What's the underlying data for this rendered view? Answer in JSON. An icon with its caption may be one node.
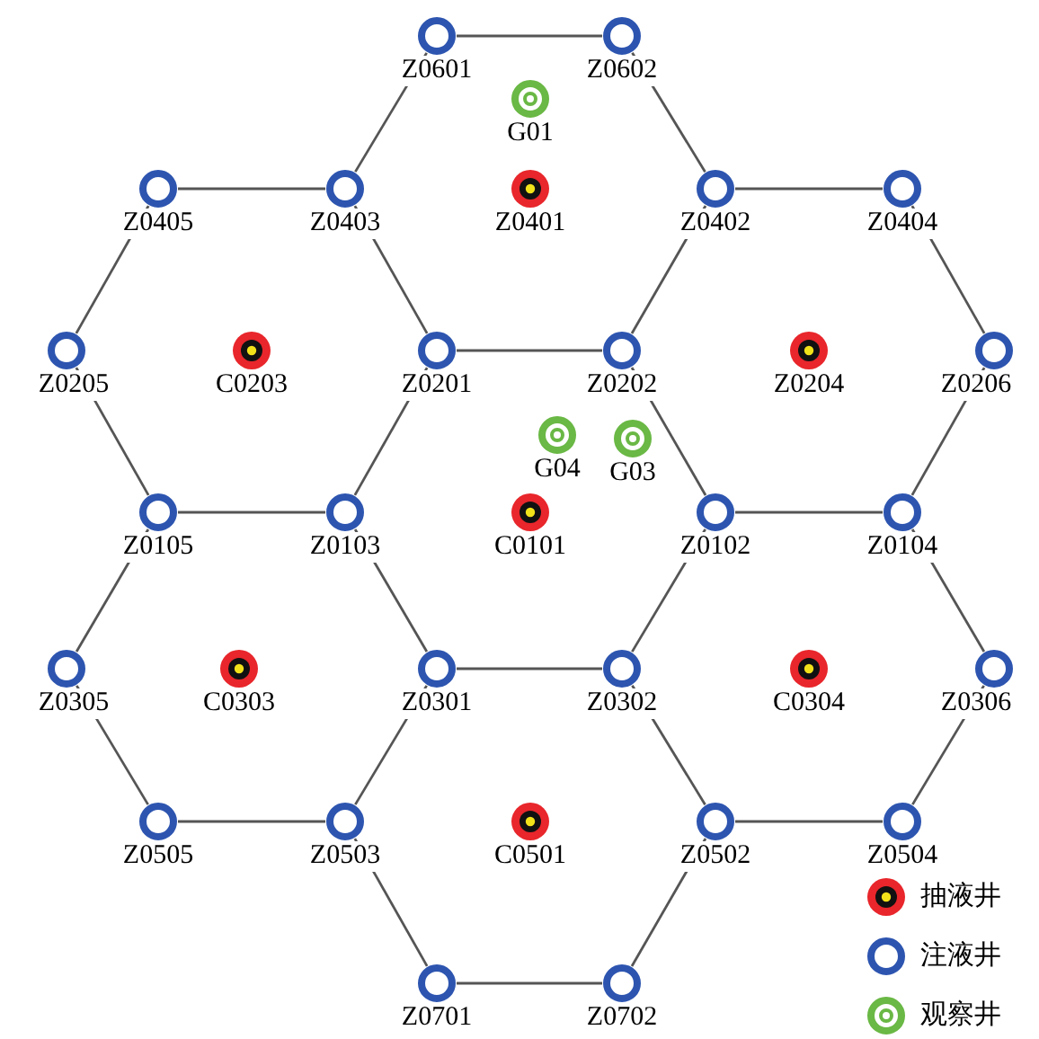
{
  "diagram": {
    "nodes": [
      {
        "text": [
          "Z0601"
        ]
      },
      {
        "text": [
          "Z0602"
        ]
      },
      {
        "text": [
          "G01"
        ]
      },
      {
        "text": [
          "Z0405"
        ]
      },
      {
        "text": [
          "Z0403"
        ]
      },
      {
        "text": [
          "Z0401"
        ]
      },
      {
        "text": [
          "Z0402"
        ]
      },
      {
        "text": [
          "Z0404"
        ]
      },
      {
        "text": [
          "Z0205"
        ]
      },
      {
        "text": [
          "C0203"
        ]
      },
      {
        "text": [
          "Z0201"
        ]
      },
      {
        "text": [
          "Z0202"
        ]
      },
      {
        "text": [
          "Z0204"
        ]
      },
      {
        "text": [
          "Z0206"
        ]
      },
      {
        "text": [
          "G04"
        ]
      },
      {
        "text": [
          "G03"
        ]
      },
      {
        "text": [
          "Z0105"
        ]
      },
      {
        "text": [
          "Z0103"
        ]
      },
      {
        "text": [
          "C0101"
        ]
      },
      {
        "text": [
          "Z0102"
        ]
      },
      {
        "text": [
          "Z0104"
        ]
      },
      {
        "text": [
          "Z0305"
        ]
      },
      {
        "text": [
          "C0303"
        ]
      },
      {
        "text": [
          "Z0301"
        ]
      },
      {
        "text": [
          "Z0302"
        ]
      },
      {
        "text": [
          "C0304"
        ]
      },
      {
        "text": [
          "Z0306"
        ]
      },
      {
        "text": [
          "Z0505"
        ]
      },
      {
        "text": [
          "Z0503"
        ]
      },
      {
        "text": [
          "C0501"
        ]
      },
      {
        "text": [
          "Z0502"
        ]
      },
      {
        "text": [
          "Z0504"
        ]
      },
      {
        "text": [
          "Z0701"
        ]
      },
      {
        "text": [
          "Z0702"
        ]
      }
    ],
    "edges": [
      {
        "from": 0,
        "to": 1,
        "arrow": "none"
      },
      {
        "from": 1,
        "to": 6,
        "arrow": "none"
      },
      {
        "from": 6,
        "to": 11,
        "arrow": "none"
      },
      {
        "from": 11,
        "to": 10,
        "arrow": "none"
      },
      {
        "from": 10,
        "to": 4,
        "arrow": "none"
      },
      {
        "from": 4,
        "to": 0,
        "arrow": "none"
      },
      {
        "from": 3,
        "to": 4,
        "arrow": "none"
      },
      {
        "from": 10,
        "to": 17,
        "arrow": "none"
      },
      {
        "from": 17,
        "to": 16,
        "arrow": "none"
      },
      {
        "from": 16,
        "to": 8,
        "arrow": "none"
      },
      {
        "from": 8,
        "to": 3,
        "arrow": "none"
      },
      {
        "from": 6,
        "to": 7,
        "arrow": "none"
      },
      {
        "from": 7,
        "to": 13,
        "arrow": "none"
      },
      {
        "from": 13,
        "to": 20,
        "arrow": "none"
      },
      {
        "from": 20,
        "to": 19,
        "arrow": "none"
      },
      {
        "from": 19,
        "to": 11,
        "arrow": "none"
      },
      {
        "from": 19,
        "to": 24,
        "arrow": "none"
      },
      {
        "from": 24,
        "to": 23,
        "arrow": "none"
      },
      {
        "from": 23,
        "to": 17,
        "arrow": "none"
      },
      {
        "from": 16,
        "to": 21,
        "arrow": "none"
      },
      {
        "from": 21,
        "to": 27,
        "arrow": "none"
      },
      {
        "from": 27,
        "to": 28,
        "arrow": "none"
      },
      {
        "from": 28,
        "to": 23,
        "arrow": "none"
      },
      {
        "from": 20,
        "to": 26,
        "arrow": "none"
      },
      {
        "from": 26,
        "to": 31,
        "arrow": "none"
      },
      {
        "from": 31,
        "to": 30,
        "arrow": "none"
      },
      {
        "from": 30,
        "to": 24,
        "arrow": "none"
      },
      {
        "from": 30,
        "to": 33,
        "arrow": "none"
      },
      {
        "from": 33,
        "to": 32,
        "arrow": "none"
      },
      {
        "from": 32,
        "to": 28,
        "arrow": "none"
      }
    ],
    "legend": [
      {
        "text": "抽液井"
      },
      {
        "text": "注液井"
      },
      {
        "text": "观察井"
      }
    ]
  }
}
